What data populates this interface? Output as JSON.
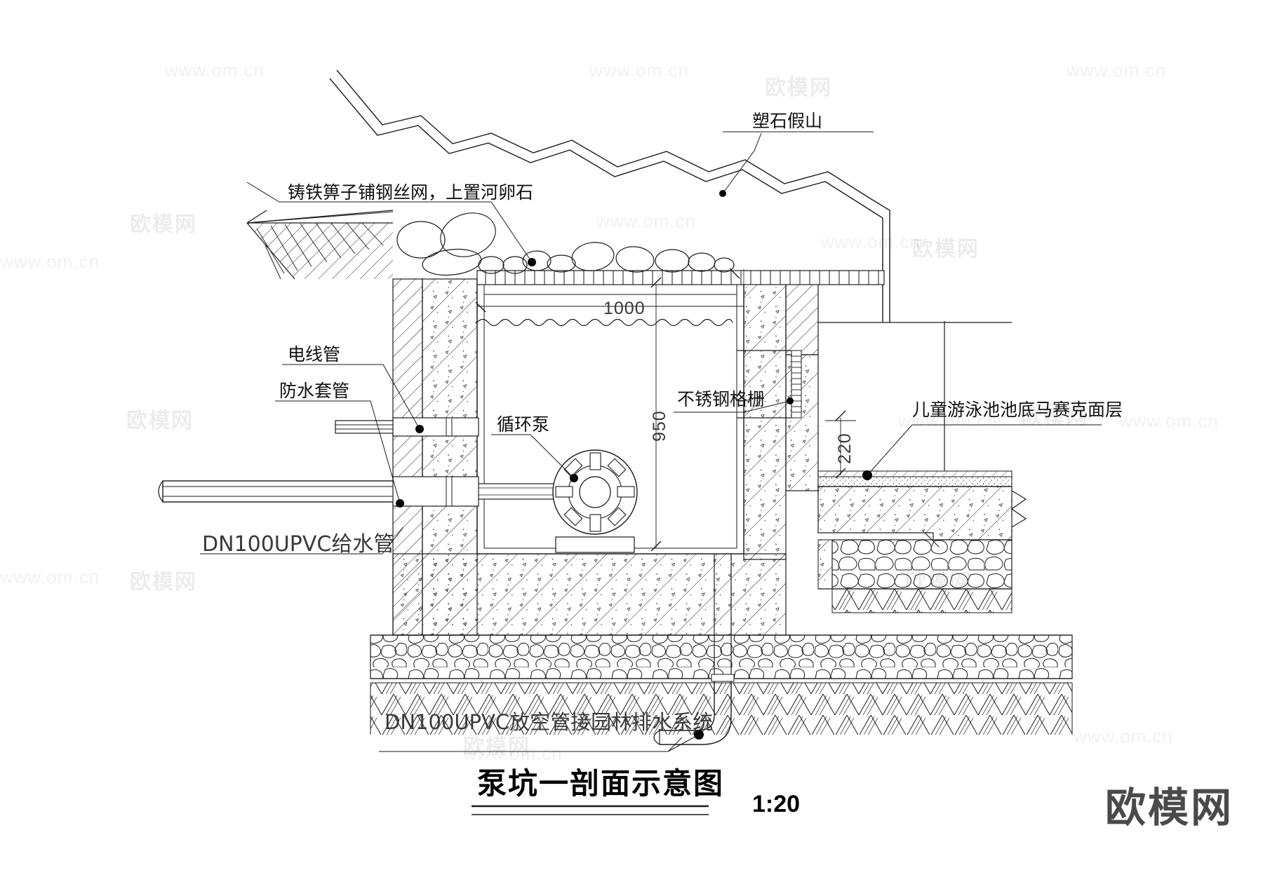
{
  "drawing": {
    "title": "泵坑一剖面示意图",
    "scale": "1:20",
    "sheet_background": "#ffffff",
    "line_color": "#1a1a1a"
  },
  "annotations": {
    "rockery": "塑石假山",
    "grating_cover": "铸铁箅子铺钢丝网，上置河卵石",
    "electric_conduit": "电线管",
    "waterproof_sleeve": "防水套管",
    "circulation_pump": "循环泵",
    "supply_pipe": "DN100UPVC给水管",
    "stainless_grille": "不锈钢格栅",
    "pool_mosaic": "儿童游泳池池底马赛克面层",
    "drain_pipe": "DN100UPVC放空管接园林排水系统"
  },
  "dimensions": {
    "width_top": "1000",
    "depth_pit": "950",
    "pool_slab": "220"
  },
  "watermark": {
    "url_text": "www.om.cn",
    "logo_text": "欧模网",
    "brand_text": "欧模网"
  }
}
